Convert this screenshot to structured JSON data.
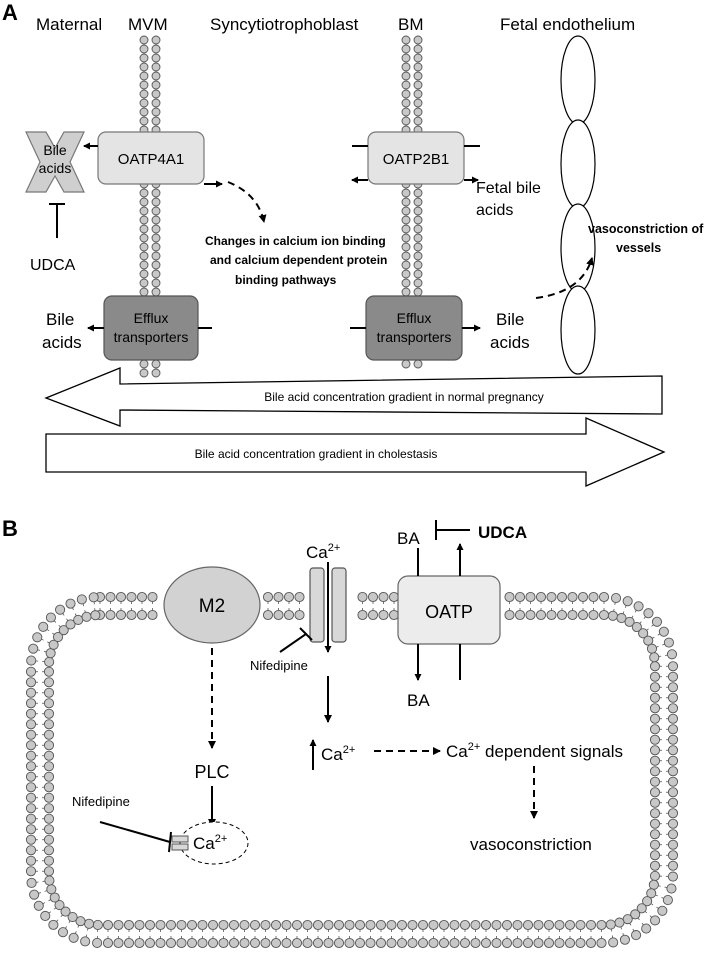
{
  "panel_a": {
    "letter": "A",
    "headers": {
      "maternal": "Maternal",
      "mvm": "MVM",
      "syncytiotrophoblast": "Syncytiotrophoblast",
      "bm": "BM",
      "fetal_endothelium": "Fetal endothelium"
    },
    "bile_acids_box": [
      "Bile",
      "acids"
    ],
    "oatp4a1": "OATP4A1",
    "oatp2b1": "OATP2B1",
    "udca": "UDCA",
    "fetal_bile_acids": [
      "Fetal bile",
      "acids"
    ],
    "calcium_note": [
      "Changes in calcium ion binding",
      "and calcium dependent protein",
      "binding pathways"
    ],
    "vasoconstriction_note": [
      "vasoconstriction of",
      "vessels"
    ],
    "efflux_left": [
      "Efflux",
      "transporters"
    ],
    "efflux_right": [
      "Efflux",
      "transporters"
    ],
    "bile_acids_left": [
      "Bile",
      "acids"
    ],
    "bile_acids_right": [
      "Bile",
      "acids"
    ],
    "gradient_normal": "Bile acid concentration gradient in normal pregnancy",
    "gradient_cholestasis": "Bile acid concentration gradient in cholestasis"
  },
  "panel_b": {
    "letter": "B",
    "m2": "M2",
    "oatp": "OATP",
    "ba_top": "BA",
    "udca": "UDCA",
    "ba_bottom": "BA",
    "ca_channel": "Ca",
    "ca_superscript": "2+",
    "nifedipine_channel": "Nifedipine",
    "plc": "PLC",
    "nifedipine_store": "Nifedipine",
    "ca_store": "Ca",
    "ca_store_sup": "2+",
    "ca_rise": "Ca",
    "ca_rise_sup": "2+",
    "ca_dependent": "Ca",
    "ca_dependent_sup": "2+",
    "ca_dependent_rest": " dependent signals",
    "vasoconstriction": "vasoconstriction"
  },
  "colors": {
    "membrane_head": "#c8c8c8",
    "transporter_light": "#e4e4e4",
    "transporter_dark": "#8a8a8a",
    "bile_box": "#cfcfcf"
  }
}
